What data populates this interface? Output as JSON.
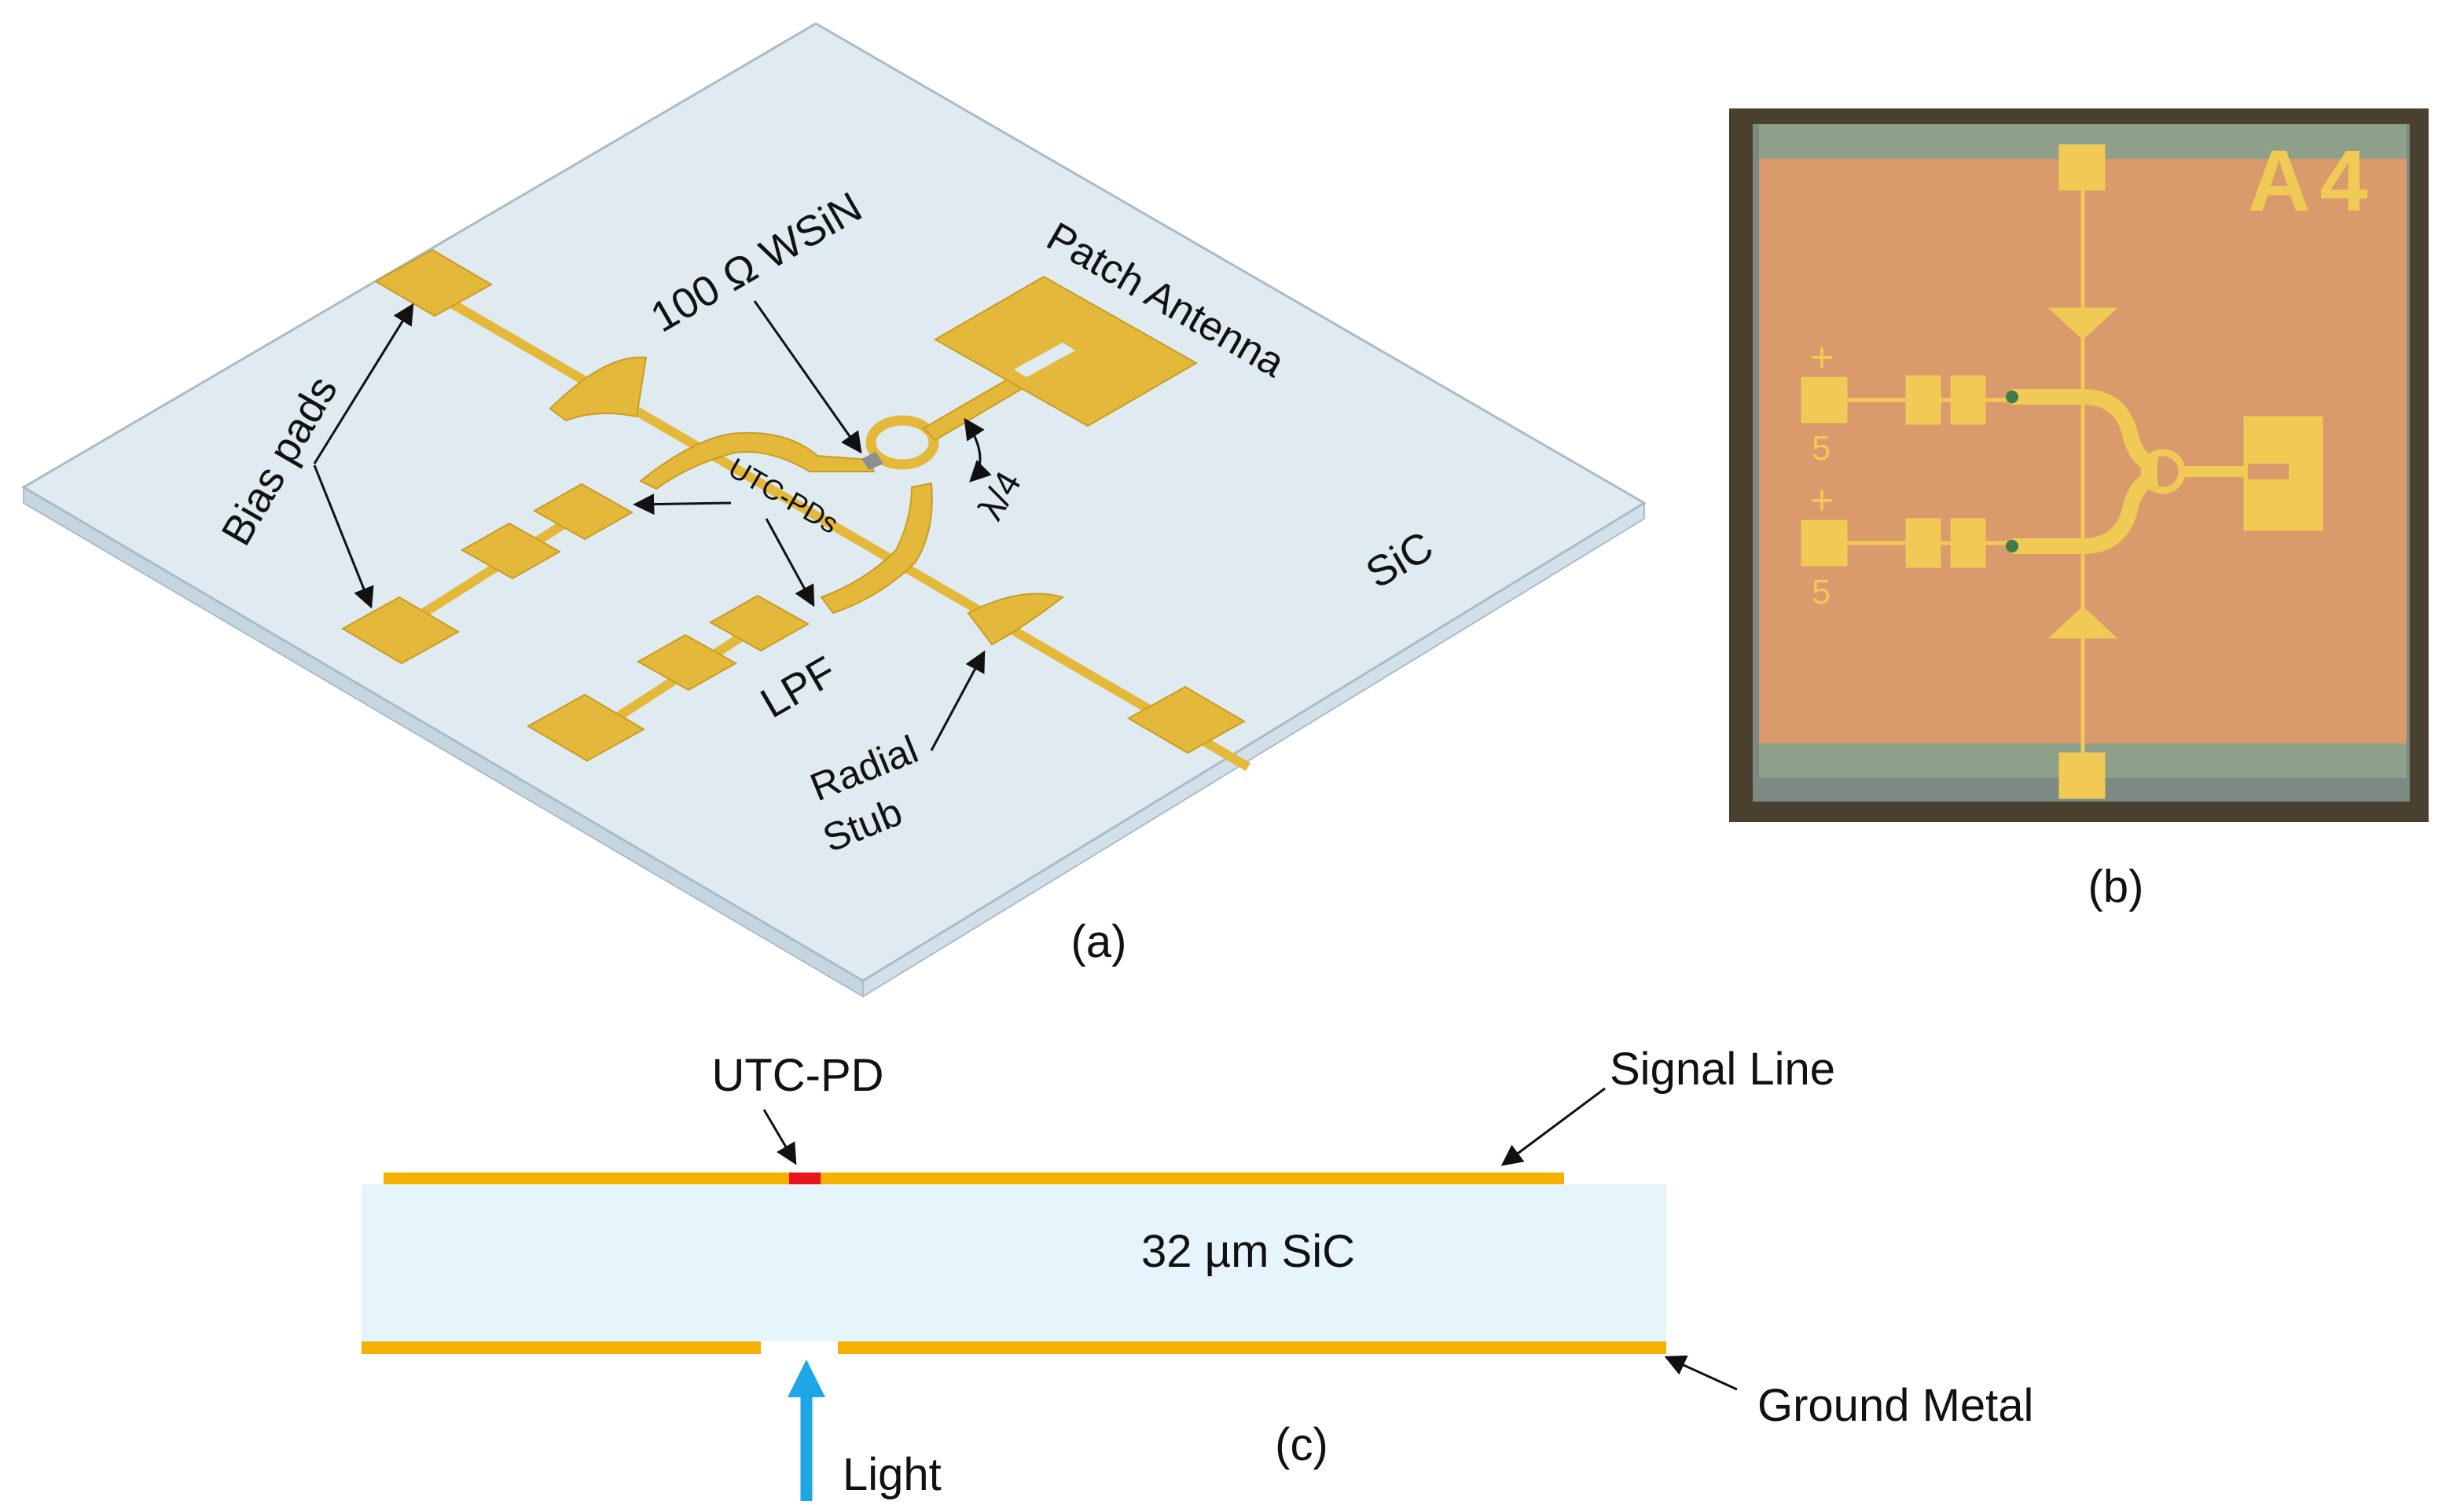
{
  "panel_a": {
    "caption": "(a)",
    "labels": {
      "bias_pads": "Bias pads",
      "wsin": "100 Ω WSiN",
      "patch_antenna": "Patch Antenna",
      "utc_pds": "UTC-PDs",
      "lambda": "λ/4",
      "sic": "SiC",
      "lpf": "LPF",
      "radial_stub": "Radial",
      "radial_stub_2": "Stub"
    }
  },
  "panel_b": {
    "caption": "(b)",
    "chip_id": "A4",
    "plus_1": "+",
    "plus_2": "+",
    "mark_1": "5",
    "mark_2": "5"
  },
  "panel_c": {
    "caption": "(c)",
    "labels": {
      "utc_pd": "UTC-PD",
      "signal_line": "Signal Line",
      "substrate": "32 µm SiC",
      "ground_metal": "Ground Metal",
      "light": "Light"
    }
  },
  "colors": {
    "gold": "#e4b93b",
    "substrate": "#dfeaf1",
    "chip_orange": "#d99a6c",
    "chip_border": "#4a4030",
    "metal_strip": "#f5b100",
    "pd_red": "#e8141e",
    "sic_cross": "#e6f5fc",
    "light_arrow": "#1ea6e6"
  }
}
